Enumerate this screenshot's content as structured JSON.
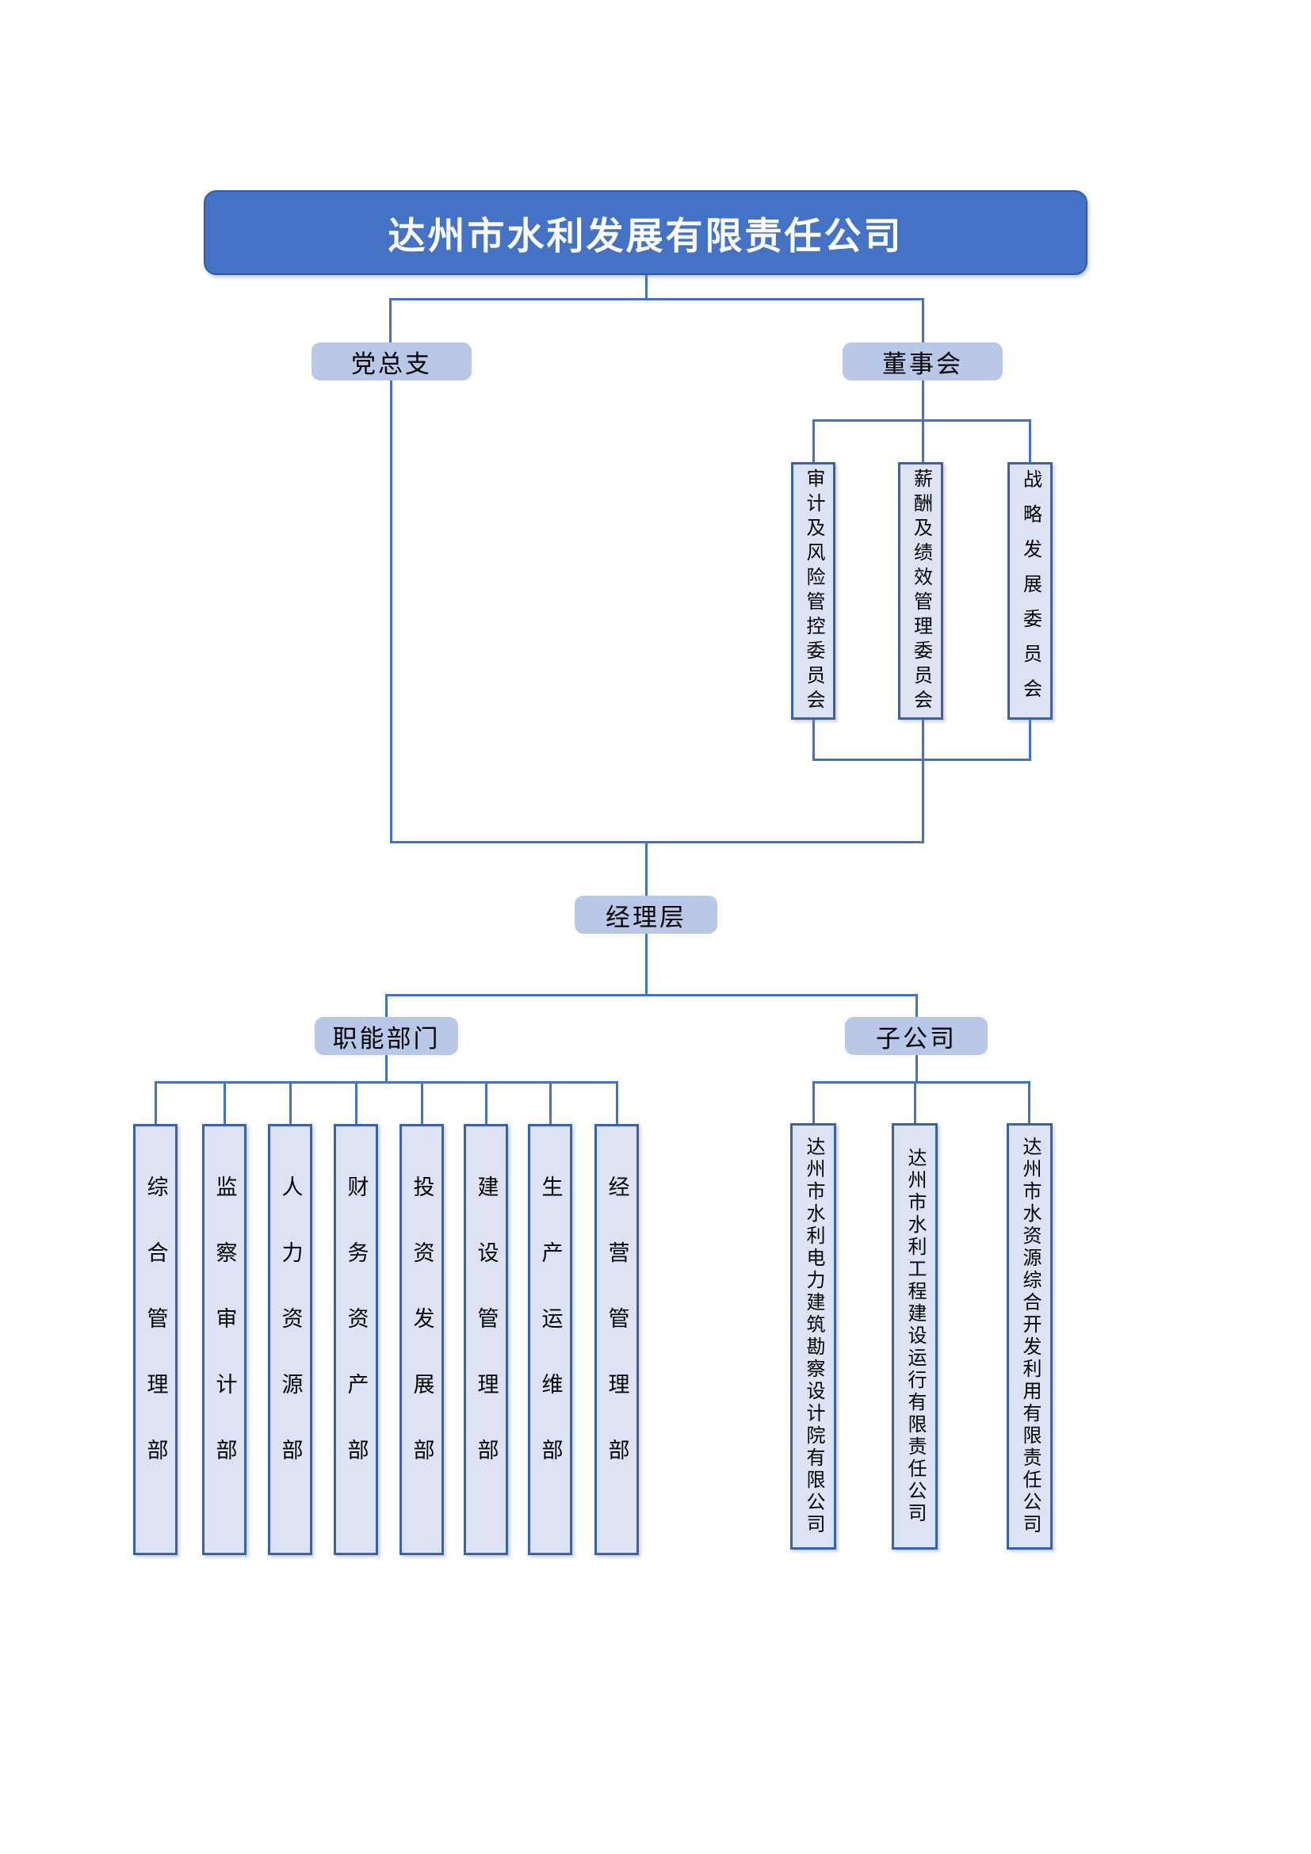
{
  "colors": {
    "accent_blue": "#4472c4",
    "title_fill": "#4472c4",
    "title_text": "#ffffff",
    "node_fill": "#b9c7e8",
    "panel_fill": "#dce3f4",
    "panel_border": "#3a62ab",
    "text": "#000000"
  },
  "org": {
    "root": {
      "label": "达州市水利发展有限责任公司"
    },
    "party_branch": {
      "label": "党总支"
    },
    "board": {
      "label": "董事会"
    },
    "committees": [
      {
        "label": "审计及风险管控委员会"
      },
      {
        "label": "薪酬及绩效管理委员会"
      },
      {
        "label": "战略发展委员会"
      }
    ],
    "management": {
      "label": "经理层"
    },
    "functional_group": {
      "label": "职能部门"
    },
    "subsidiary_group": {
      "label": "子公司"
    },
    "departments": [
      "综合管理部",
      "监察审计部",
      "人力资源部",
      "财务资产部",
      "投资发展部",
      "建设管理部",
      "生产运维部",
      "经营管理部"
    ],
    "subsidiaries": [
      "达州市水利电力建筑勘察设计院有限公司",
      "达州市水利工程建设运行有限责任公司",
      "达州市水资源综合开发利用有限责任公司"
    ]
  }
}
